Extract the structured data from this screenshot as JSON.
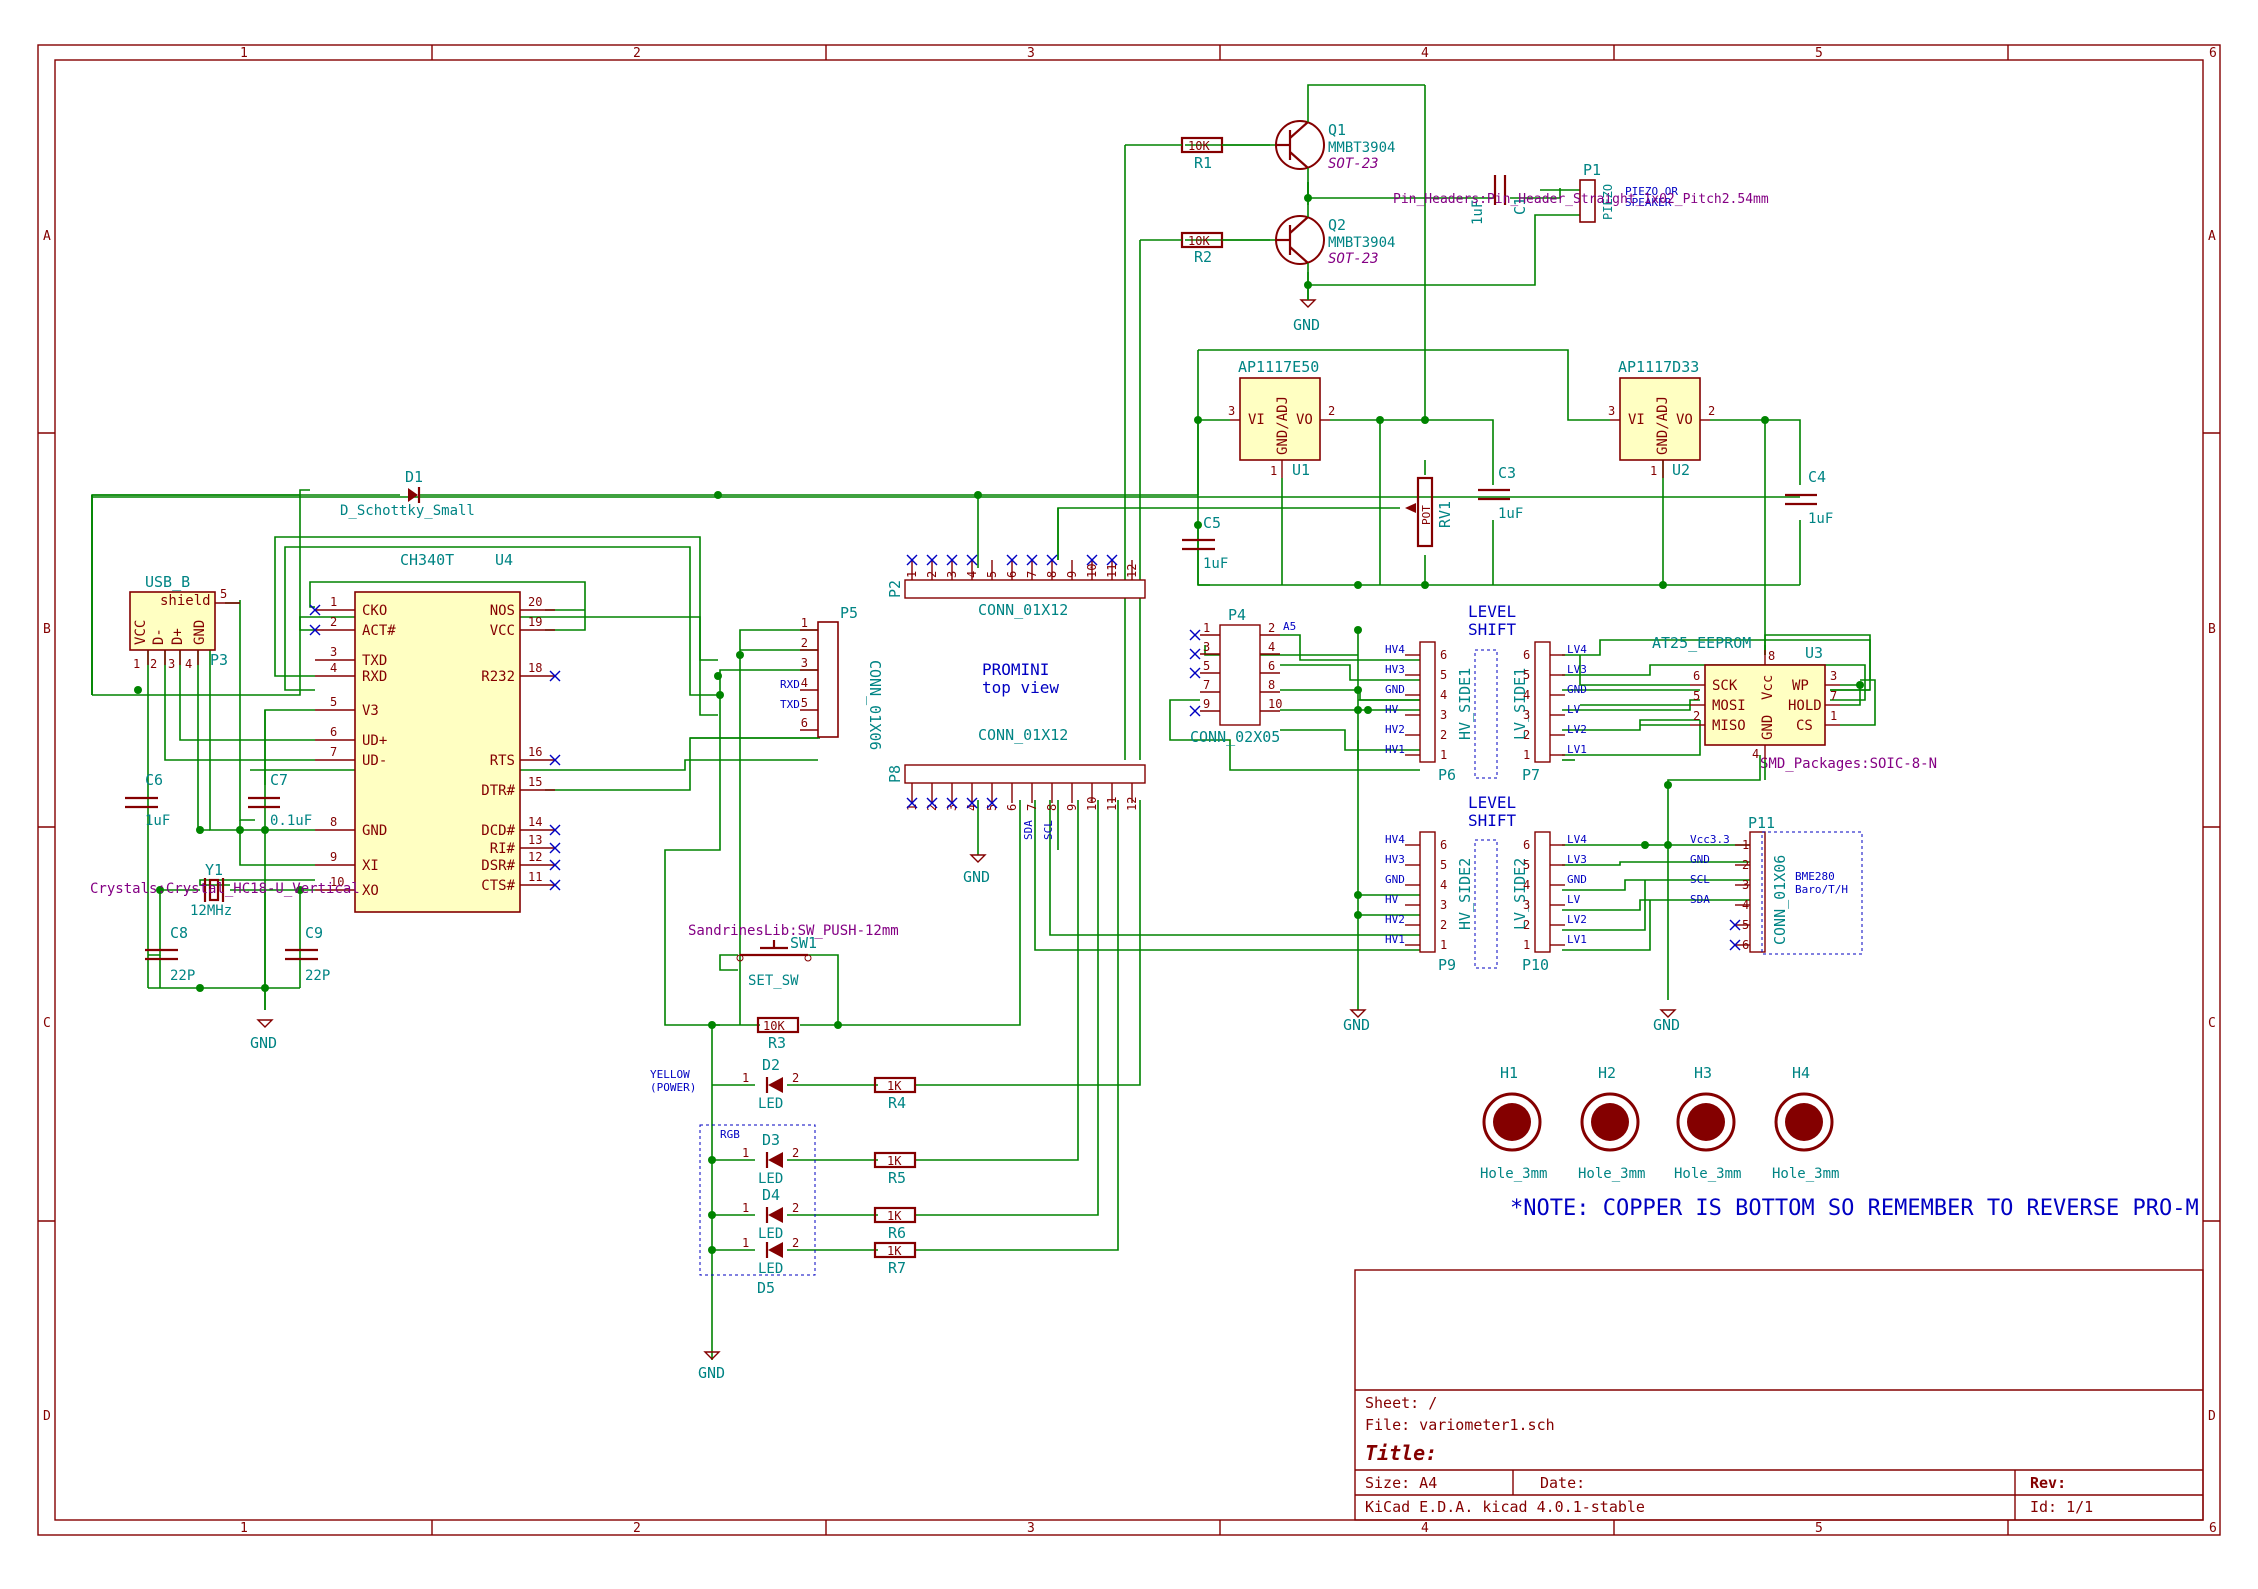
{
  "border": {
    "columns": [
      "1",
      "2",
      "3",
      "4",
      "5",
      "6"
    ],
    "rows": [
      "A",
      "B",
      "C",
      "D"
    ]
  },
  "title_block": {
    "sheet": "Sheet: /",
    "file": "File: variometer1.sch",
    "title": "Title:",
    "size": "Size: A4",
    "date": "Date:",
    "rev": "Rev:",
    "tool": "KiCad E.D.A.  kicad 4.0.1-stable",
    "id": "Id: 1/1"
  },
  "notes": {
    "level_shift": "LEVEL",
    "level_shift2": "SHIFT",
    "promini": "PROMINI",
    "top_view": "top view",
    "copper_note": "*NOTE: COPPER IS BOTTOM SO REMEMBER TO REVERSE PRO-M",
    "yellow": "YELLOW",
    "power": "(POWER)",
    "rgb": "RGB",
    "bme_name": "BME280",
    "bme_desc": "Baro/T/H",
    "a5": "A5"
  },
  "components": {
    "q1": {
      "ref": "Q1",
      "value": "MMBT3904",
      "footprint": "SOT-23"
    },
    "q2": {
      "ref": "Q2",
      "value": "MMBT3904",
      "footprint": "SOT-23"
    },
    "r1": {
      "ref": "R1",
      "value": "10K"
    },
    "r2": {
      "ref": "R2",
      "value": "10K"
    },
    "r3": {
      "ref": "R3",
      "value": "10K"
    },
    "r4": {
      "ref": "R4",
      "value": "1K"
    },
    "r5": {
      "ref": "R5",
      "value": "1K"
    },
    "r6": {
      "ref": "R6",
      "value": "1K"
    },
    "r7": {
      "ref": "R7",
      "value": "1K"
    },
    "p1": {
      "ref": "P1",
      "value": "PIEZO",
      "desc1": "PIEZO OR",
      "desc2": "SPEAKER",
      "footprint": "Pin_Headers:Pin_Header_Straight_1x02_Pitch2.54mm"
    },
    "c1": {
      "ref": "C1",
      "value": "1uF"
    },
    "c3": {
      "ref": "C3",
      "value": "1uF"
    },
    "c4": {
      "ref": "C4",
      "value": "1uF"
    },
    "c5": {
      "ref": "C5",
      "value": "1uF"
    },
    "c6": {
      "ref": "C6",
      "value": "1uF"
    },
    "c7": {
      "ref": "C7",
      "value": "0.1uF"
    },
    "c8": {
      "ref": "C8",
      "value": "22P"
    },
    "c9": {
      "ref": "C9",
      "value": "22P"
    },
    "u1": {
      "ref": "U1",
      "value": "AP1117E50",
      "vi": "VI",
      "vo": "VO",
      "gnd": "GND/ADJ"
    },
    "u2": {
      "ref": "U2",
      "value": "AP1117D33",
      "vi": "VI",
      "vo": "VO",
      "gnd": "GND/ADJ"
    },
    "u3": {
      "ref": "U3",
      "value": "AT25_EEPROM",
      "footprint": "SMD_Packages:SOIC-8-N"
    },
    "u4": {
      "ref": "U4",
      "value": "CH340T"
    },
    "rv1": {
      "ref": "RV1",
      "value": "POT"
    },
    "d1": {
      "ref": "D1",
      "value": "D_Schottky_Small"
    },
    "d2": {
      "ref": "D2",
      "value": "LED"
    },
    "d3": {
      "ref": "D3",
      "value": "LED"
    },
    "d4": {
      "ref": "D4",
      "value": "LED"
    },
    "d5": {
      "ref": "D5",
      "value": "LED"
    },
    "y1": {
      "ref": "Y1",
      "value": "12MHz",
      "footprint": "Crystals:Crystal_HC18-U_Vertical"
    },
    "sw1": {
      "ref": "SW1",
      "value": "SET_SW",
      "footprint": "SandrinesLib:SW_PUSH-12mm"
    },
    "p2": {
      "ref": "P2",
      "value": "CONN_01X12"
    },
    "p8": {
      "ref": "P8",
      "value": "CONN_01X12"
    },
    "p3": {
      "ref": "P3",
      "value": "USB_B",
      "shield": "shield"
    },
    "p4": {
      "ref": "P4",
      "value": "CONN_02X05"
    },
    "p5": {
      "ref": "P5",
      "value": "CONN_01X06"
    },
    "p6": {
      "ref": "P6",
      "value": "HV_SIDE1"
    },
    "p7": {
      "ref": "P7",
      "value": "LV_SIDE1"
    },
    "p9": {
      "ref": "P9",
      "value": "HV_SIDE2"
    },
    "p10": {
      "ref": "P10",
      "value": "LV_SIDE2"
    },
    "p11": {
      "ref": "P11",
      "value": "CONN_01X06"
    },
    "h1": {
      "ref": "H1",
      "value": "Hole_3mm"
    },
    "h2": {
      "ref": "H2",
      "value": "Hole_3mm"
    },
    "h3": {
      "ref": "H3",
      "value": "Hole_3mm"
    },
    "h4": {
      "ref": "H4",
      "value": "Hole_3mm"
    }
  },
  "ch340_pins_left": [
    {
      "num": "1",
      "name": "CKO"
    },
    {
      "num": "2",
      "name": "ACT#"
    },
    {
      "num": "3",
      "name": "TXD"
    },
    {
      "num": "4",
      "name": "RXD"
    },
    {
      "num": "5",
      "name": "V3"
    },
    {
      "num": "6",
      "name": "UD+"
    },
    {
      "num": "7",
      "name": "UD-"
    },
    {
      "num": "8",
      "name": "GND"
    },
    {
      "num": "9",
      "name": "XI"
    },
    {
      "num": "10",
      "name": "XO"
    }
  ],
  "ch340_pins_right": [
    {
      "num": "20",
      "name": "NOS"
    },
    {
      "num": "19",
      "name": "VCC"
    },
    {
      "num": "18",
      "name": "R232"
    },
    {
      "num": "16",
      "name": "RTS"
    },
    {
      "num": "15",
      "name": "DTR#"
    },
    {
      "num": "14",
      "name": "DCD#"
    },
    {
      "num": "13",
      "name": "RI#"
    },
    {
      "num": "12",
      "name": "DSR#"
    },
    {
      "num": "11",
      "name": "CTS#"
    }
  ],
  "usb_pins": [
    "VCC",
    "D-",
    "D+",
    "GND"
  ],
  "p5_labels": [
    "",
    "",
    "",
    "RXD",
    "TXD",
    ""
  ],
  "p6_labels": [
    "HV4",
    "HV3",
    "GND",
    "HV",
    "HV2",
    "HV1"
  ],
  "p7_labels": [
    "LV4",
    "LV3",
    "GND",
    "LV",
    "LV2",
    "LV1"
  ],
  "p11_labels": [
    "Vcc3.3",
    "GND",
    "SCL",
    "SDA",
    "",
    ""
  ],
  "p8_labels": [
    "SDA",
    "SCL"
  ],
  "eeprom_left": [
    "SCK",
    "MOSI",
    "MISO"
  ],
  "eeprom_right": [
    "WP",
    "HOLD",
    "CS"
  ],
  "eeprom_vert": [
    "GND",
    "Vcc"
  ],
  "gnd_label": "GND"
}
